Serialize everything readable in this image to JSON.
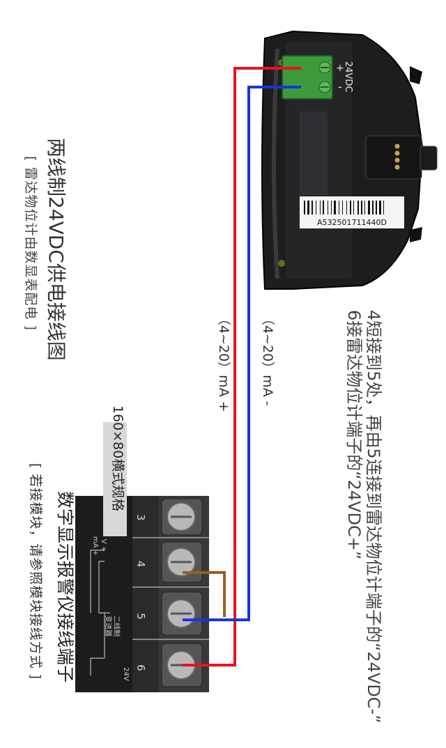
{
  "main_title": "两线制24VDC供电接线图",
  "main_subtitle": "[ 雷达物位计由数显表配电 ]",
  "current_negative_label": "（4~20）mA -",
  "current_positive_label": "（4~20）mA +",
  "note_line_1": "4短接到5处，再由5连接到雷达物位计端子的“24VDC-”",
  "note_line_2": "6接雷达物位计端子的“24VDC+”",
  "spec_label": "160×80横式规格",
  "terminal_title": "数字显示报警仪接线端子",
  "terminal_subtitle": "[ 若接模块，请参照模块接线方式 ]",
  "radar": {
    "connector_label": "24VDC",
    "plus_sign": "+",
    "minus_sign": "-",
    "serial": "A532501711440D"
  },
  "terminal_block": {
    "terminals": [
      "3",
      "4",
      "5",
      "6"
    ],
    "label_v_plus": "V +",
    "label_ma_plus": "mA +",
    "label_two_wire": "二线制",
    "label_transmitter": "变送器",
    "label_24v": "24V"
  },
  "colors": {
    "red_wire": "#e8141d",
    "blue_wire": "#1535e0",
    "brown_wire": "#9a5e28",
    "connector_green": "#3c9a3c"
  }
}
